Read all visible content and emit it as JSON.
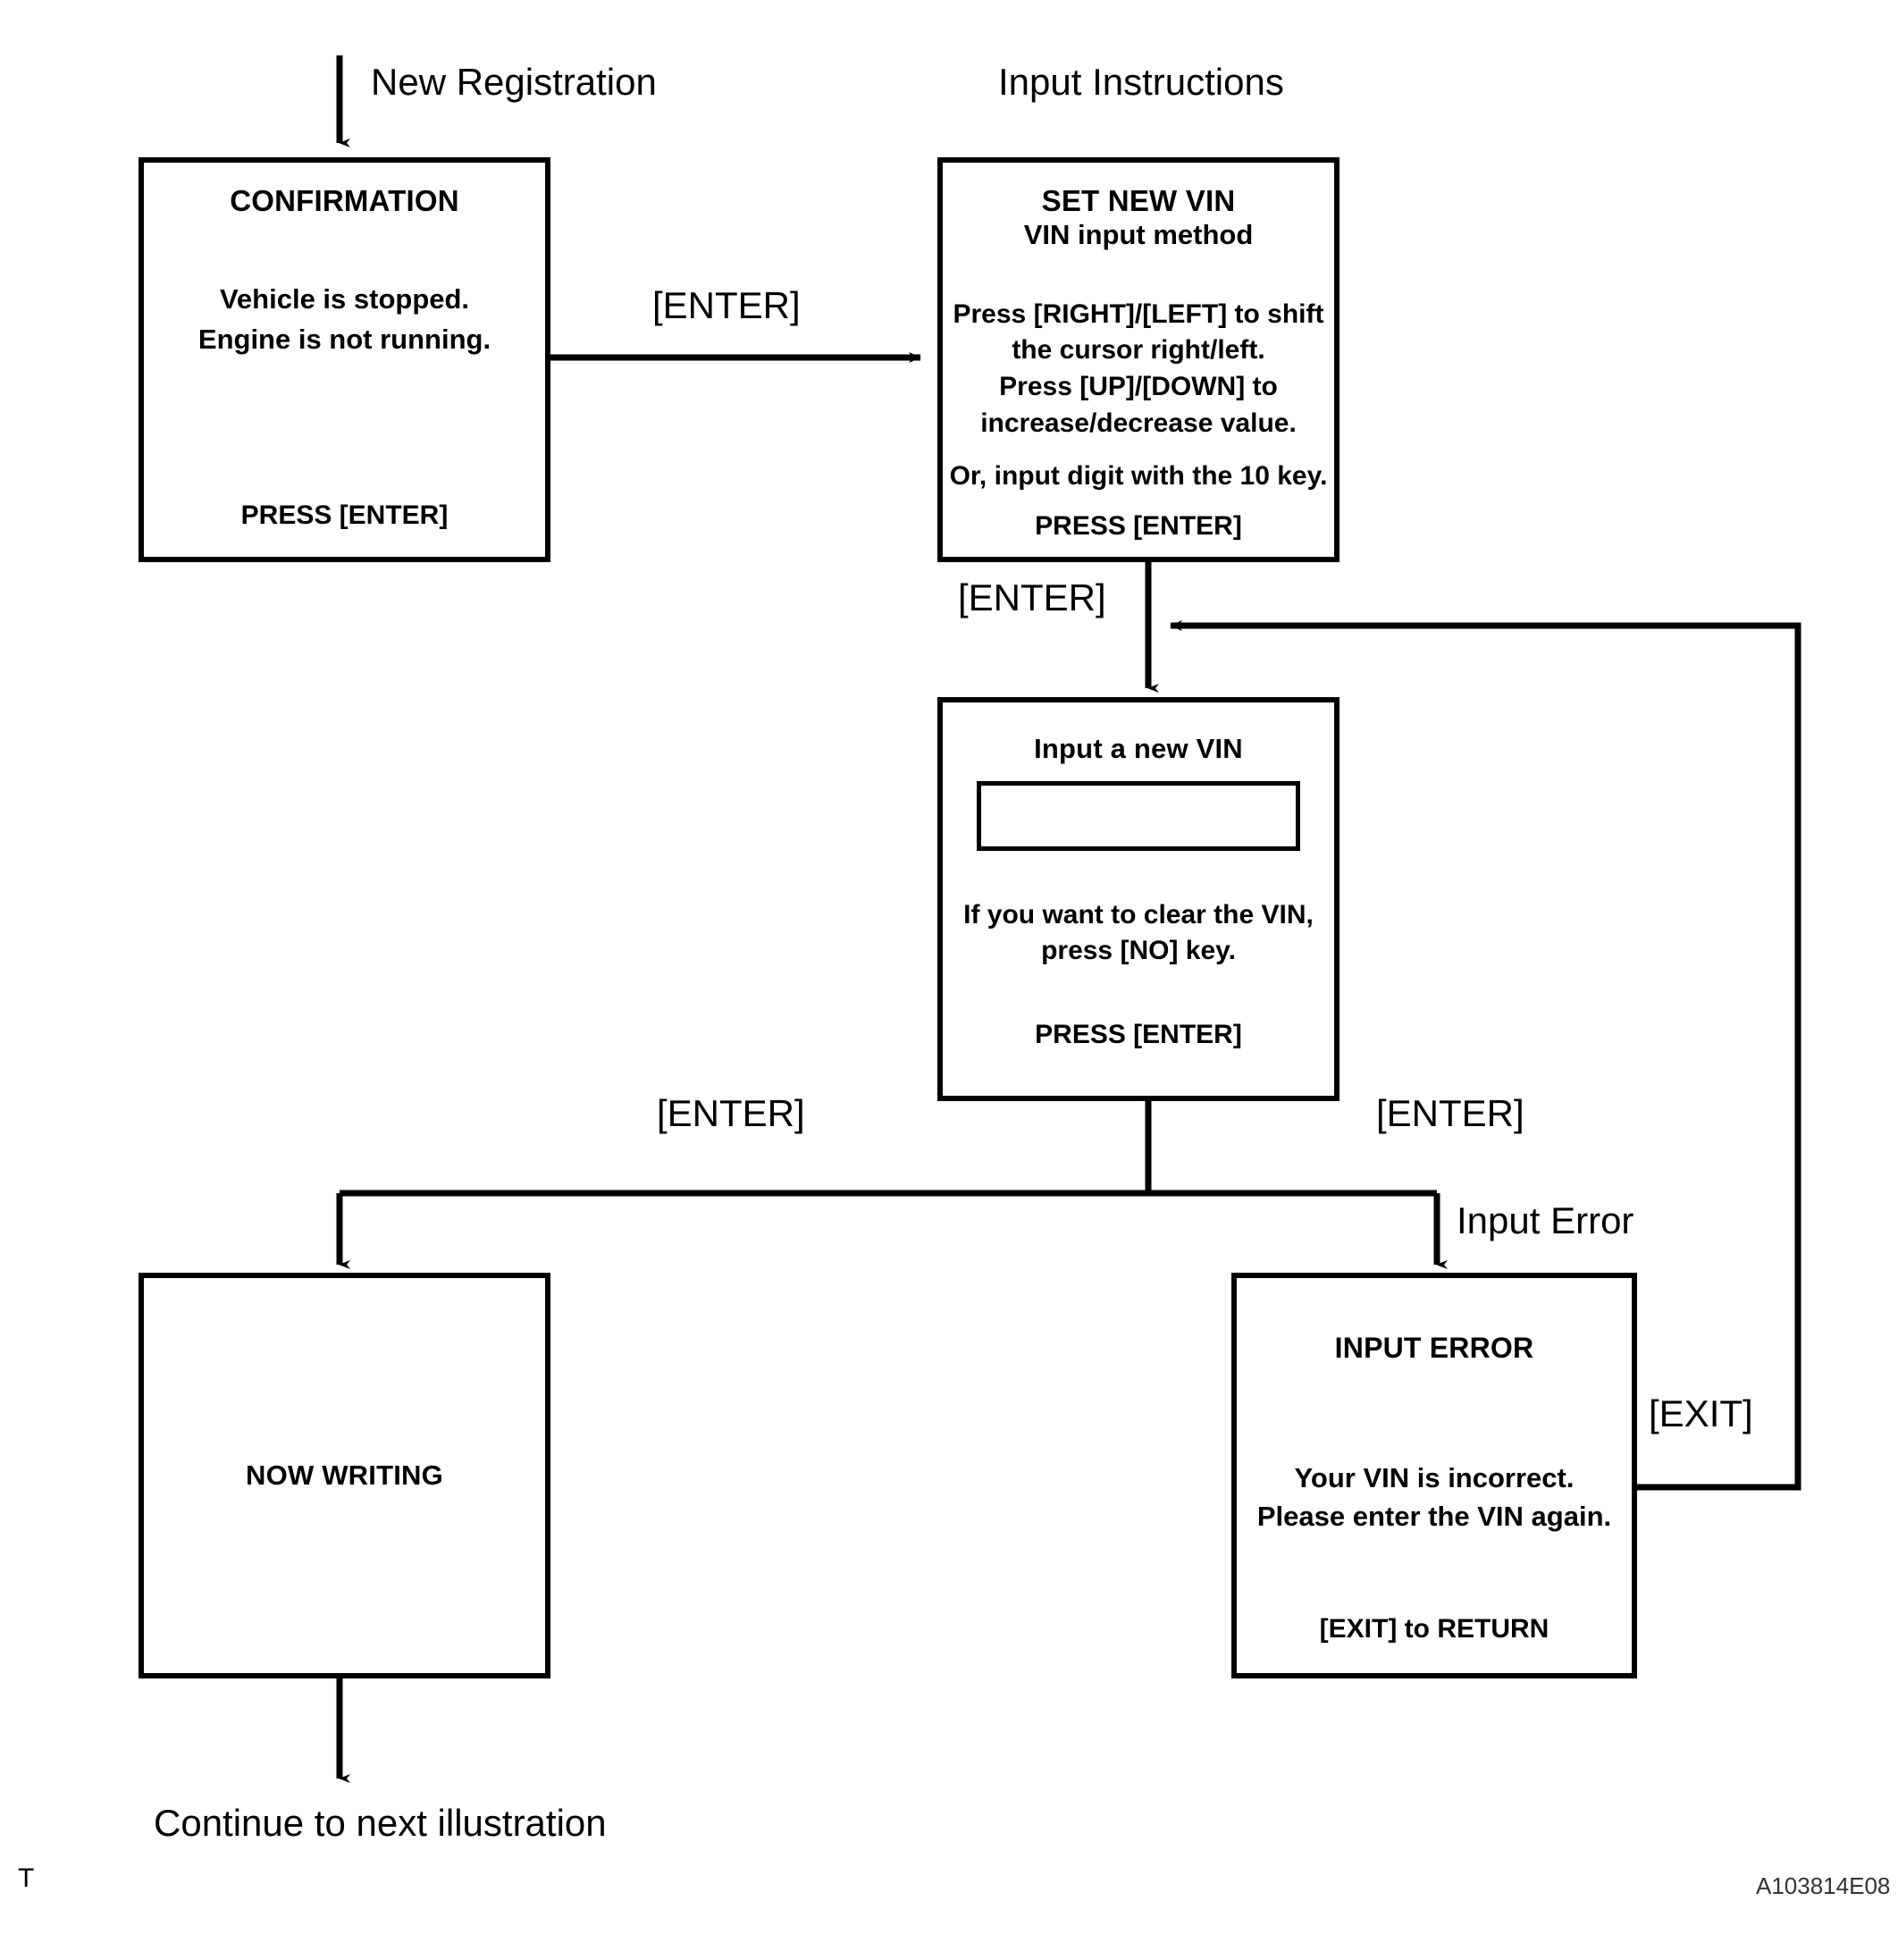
{
  "diagram": {
    "title_labels": {
      "new_registration": "New Registration",
      "input_instructions": "Input Instructions"
    },
    "edge_labels": {
      "enter_confirm_to_setvin": "[ENTER]",
      "enter_setvin_to_inputvin": "[ENTER]",
      "enter_left_branch": "[ENTER]",
      "enter_right_branch": "[ENTER]",
      "input_error": "Input Error",
      "exit_loopback": "[EXIT]"
    },
    "footer": {
      "continue_note": "Continue to next illustration",
      "corner_mark": "T",
      "reference_code": "A103814E08"
    },
    "colors": {
      "stroke": "#000000",
      "background": "#ffffff"
    }
  },
  "boxes": {
    "confirmation": {
      "title": "CONFIRMATION",
      "body_line1": "Vehicle is stopped.",
      "body_line2": "Engine is not running.",
      "footer": "PRESS [ENTER]"
    },
    "set_new_vin": {
      "title": "SET NEW VIN",
      "subtitle": "VIN input method",
      "body_line1": "Press [RIGHT]/[LEFT] to shift",
      "body_line2": "the cursor right/left.",
      "body_line3": "Press [UP]/[DOWN]  to",
      "body_line4": "increase/decrease value.",
      "body_line5": "Or, input digit with the 10 key.",
      "footer": "PRESS [ENTER]"
    },
    "input_new_vin": {
      "title": "Input a new VIN",
      "field_value": "",
      "body_line1": "If you want to clear the VIN,",
      "body_line2": "press [NO] key.",
      "footer": "PRESS [ENTER]"
    },
    "now_writing": {
      "title": "NOW WRITING"
    },
    "input_error": {
      "title": "INPUT  ERROR",
      "body_line1": "Your VIN is incorrect.",
      "body_line2": "Please enter the VIN again.",
      "footer": "[EXIT] to RETURN"
    }
  }
}
